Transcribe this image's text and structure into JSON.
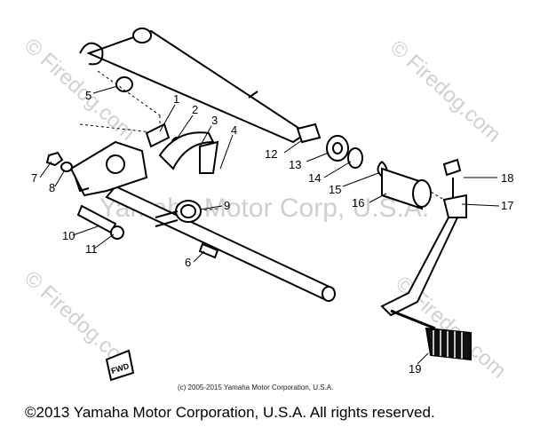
{
  "watermarks": {
    "corner_text": "© Firedog.com",
    "center_text": "Yamaha Motor Corp, U.S.A."
  },
  "callouts": [
    "1",
    "2",
    "3",
    "4",
    "5",
    "6",
    "7",
    "8",
    "9",
    "10",
    "11",
    "12",
    "13",
    "14",
    "15",
    "16",
    "17",
    "18",
    "19"
  ],
  "direction_tag": "FWD",
  "inner_copyright": "(c) 2005-2015 Yamaha Motor Corporation, U.S.A.",
  "copyright": "©2013 Yamaha Motor Corporation, U.S.A. All rights reserved."
}
